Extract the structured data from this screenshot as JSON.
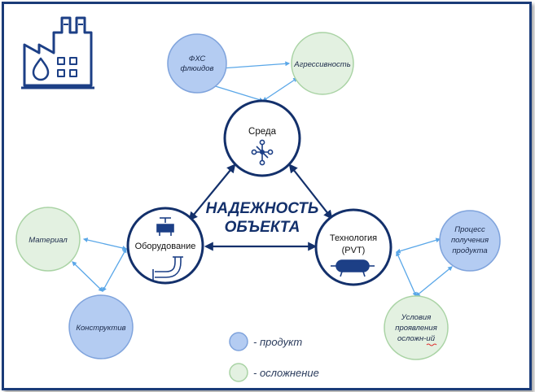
{
  "title": "НАДЕЖНОСТЬ\nОБЪЕКТА",
  "title_lines": [
    "НАДЕЖНОСТЬ",
    "ОБЪЕКТА"
  ],
  "main_nodes": {
    "environment": {
      "label": "Среда"
    },
    "equipment": {
      "label": "Оборудование"
    },
    "technology": {
      "label_lines": [
        "Технология",
        "(PVT)"
      ]
    }
  },
  "satellites": {
    "fluids": {
      "label_lines": [
        "ФХС",
        "флюидов"
      ],
      "kind": "product"
    },
    "aggressiveness": {
      "label": "Агрессивность",
      "kind": "complication"
    },
    "material": {
      "label": "Материал",
      "kind": "complication"
    },
    "construction": {
      "label": "Конструктив",
      "kind": "product"
    },
    "process": {
      "label_lines": [
        "Процесс",
        "получения",
        "продукта"
      ],
      "kind": "product"
    },
    "conditions": {
      "label_lines": [
        "Условия",
        "проявления",
        "осложн-ий"
      ],
      "kind": "complication"
    }
  },
  "legend": {
    "product": "- продукт",
    "complication": "- осложнение"
  },
  "colors": {
    "navy": "#13306b",
    "product_fill": "#b4ccf2",
    "product_stroke": "#7fa3dc",
    "complication_fill": "#e3f1e1",
    "complication_stroke": "#a9d3a4",
    "light_arrow": "#5aa7e8"
  },
  "icons": [
    "factory-icon",
    "molecule-icon",
    "valve-icon",
    "pipe-icon",
    "tank-icon"
  ]
}
